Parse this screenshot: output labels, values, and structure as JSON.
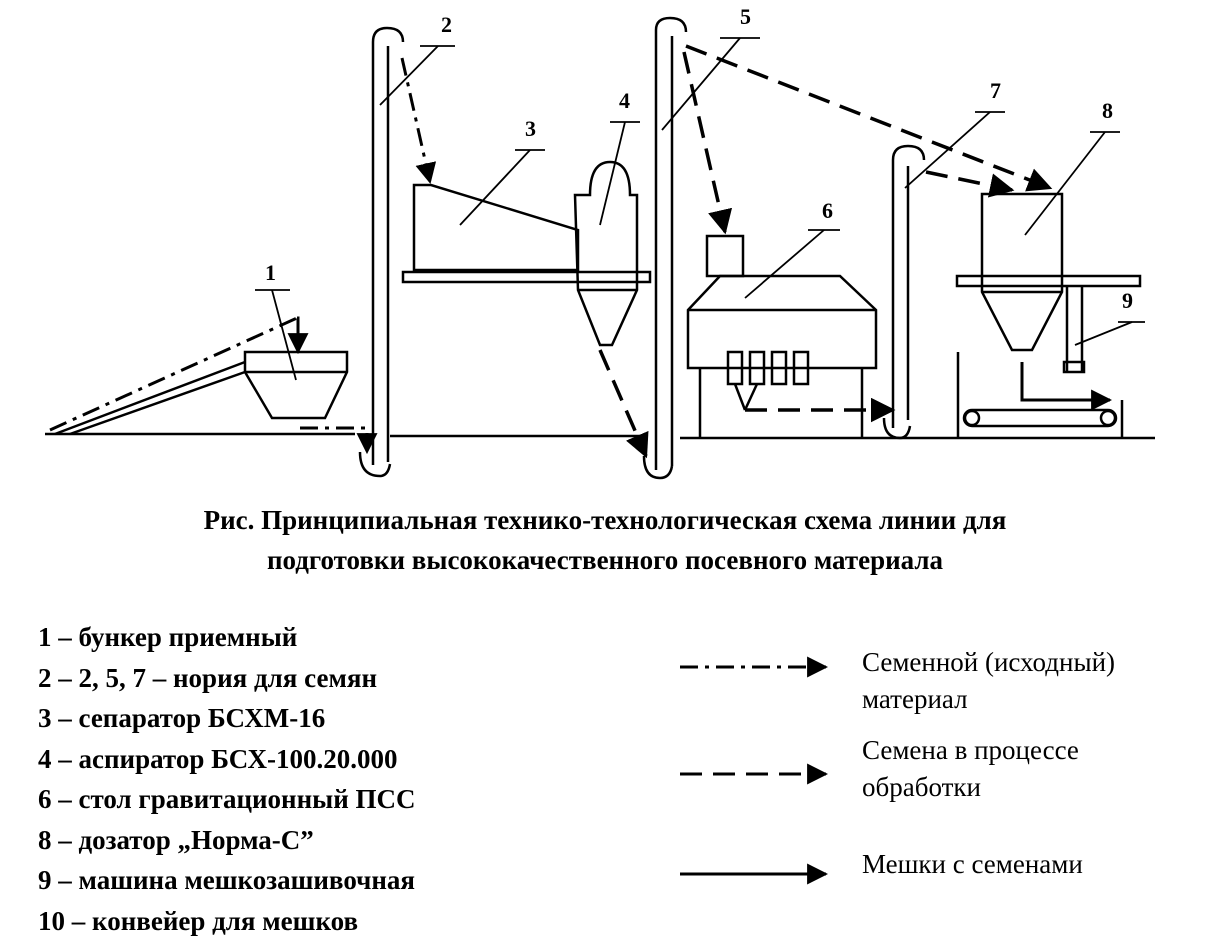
{
  "diagram": {
    "labels": [
      "1",
      "2",
      "3",
      "4",
      "5",
      "6",
      "7",
      "8",
      "9"
    ]
  },
  "caption": {
    "line1": "Рис. Принципиальная технико-технологическая схема линии для",
    "line2": "подготовки высококачественного посевного материала"
  },
  "legend_items": [
    "1 – бункер приемный",
    "2 – 2, 5, 7 – нория для семян",
    "3 – сепаратор БСХМ-16",
    "4 – аспиратор БСХ-100.20.000",
    "6 – стол гравитационный ПСС",
    "8 – дозатор „Норма-С”",
    "9 – машина мешкозашивочная",
    "10 – конвейер для мешков"
  ],
  "line_key": [
    {
      "style": "dash-dot",
      "label_line1": "Семенной (исходный)",
      "label_line2": "материал"
    },
    {
      "style": "dashed",
      "label_line1": "Семена в процессе",
      "label_line2": "обработки"
    },
    {
      "style": "solid",
      "label_line1": "Мешки с семенами",
      "label_line2": ""
    }
  ],
  "colors": {
    "ink": "#000000",
    "background": "#ffffff"
  }
}
